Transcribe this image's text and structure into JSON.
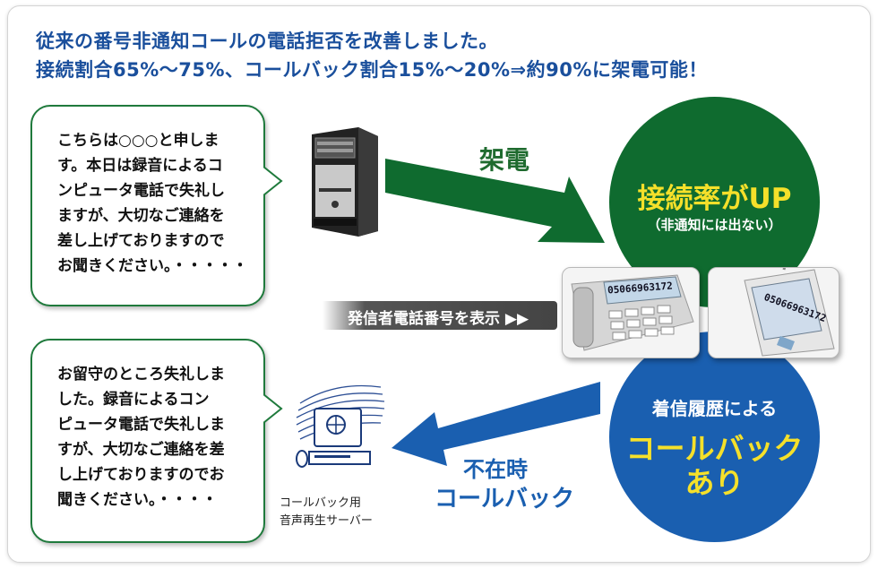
{
  "headline": {
    "line1": "従来の番号非通知コールの電話拒否を改善しました。",
    "line2": "接続割合65%〜75%、コールバック割合15%〜20%⇒約90%に架電可能！"
  },
  "bubble_top": {
    "lines": [
      "こちらは○○○と申しま",
      "す。本日は録音によるコ",
      "ンピュータ電話で失礼し",
      "ますが、大切なご連絡を",
      "差し上げておりますので",
      "お聞きください。・・・・・"
    ]
  },
  "bubble_bottom": {
    "lines": [
      "お留守のところ失礼しま",
      "した。録音によるコン",
      "ピュータ電話で失礼しま",
      "すが、大切なご連絡を差",
      "し上げておりますのでお",
      "聞きください。・・・・"
    ]
  },
  "arrow_call_label": "架電",
  "caller_id_label": "発信者電話番号を表示 ▶▶",
  "green_circle": {
    "title": "接続率がUP",
    "subtitle": "（非通知には出ない）"
  },
  "blue_circle": {
    "line1": "着信履歴による",
    "line2": "コールバック",
    "line3": "あり"
  },
  "absence_label": {
    "line1": "不在時",
    "line2": "コールバック"
  },
  "server_label": {
    "line1": "コールバック用",
    "line2": "音声再生サーバー"
  },
  "phone_numbers": {
    "desk": "05066963172",
    "mobile": "05066963172"
  },
  "icons": [
    "tower-pc-icon",
    "server-monitor-icon",
    "desk-phone-icon",
    "mobile-phone-icon"
  ],
  "colors": {
    "headline": "#1a4f9c",
    "green": "#0f6b2f",
    "blue": "#1a5fb0",
    "yellow": "#f5e02a"
  }
}
